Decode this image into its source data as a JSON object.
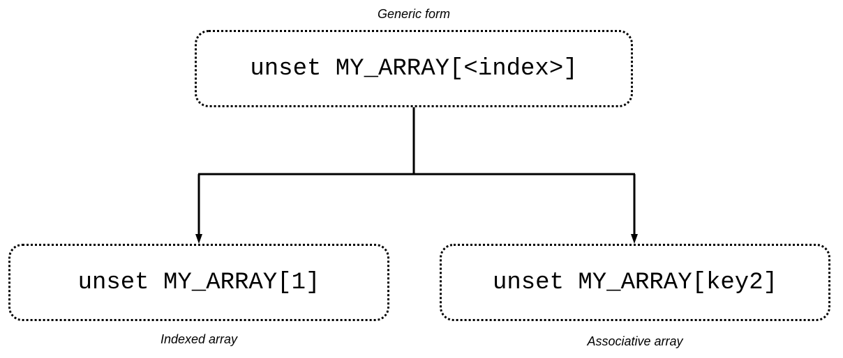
{
  "generic": {
    "caption": "Generic form",
    "command": "unset MY_ARRAY[<index>]"
  },
  "indexed": {
    "caption": "Indexed array",
    "command": "unset MY_ARRAY[1]"
  },
  "associative": {
    "caption": "Associative array",
    "command": "unset MY_ARRAY[key2]"
  }
}
